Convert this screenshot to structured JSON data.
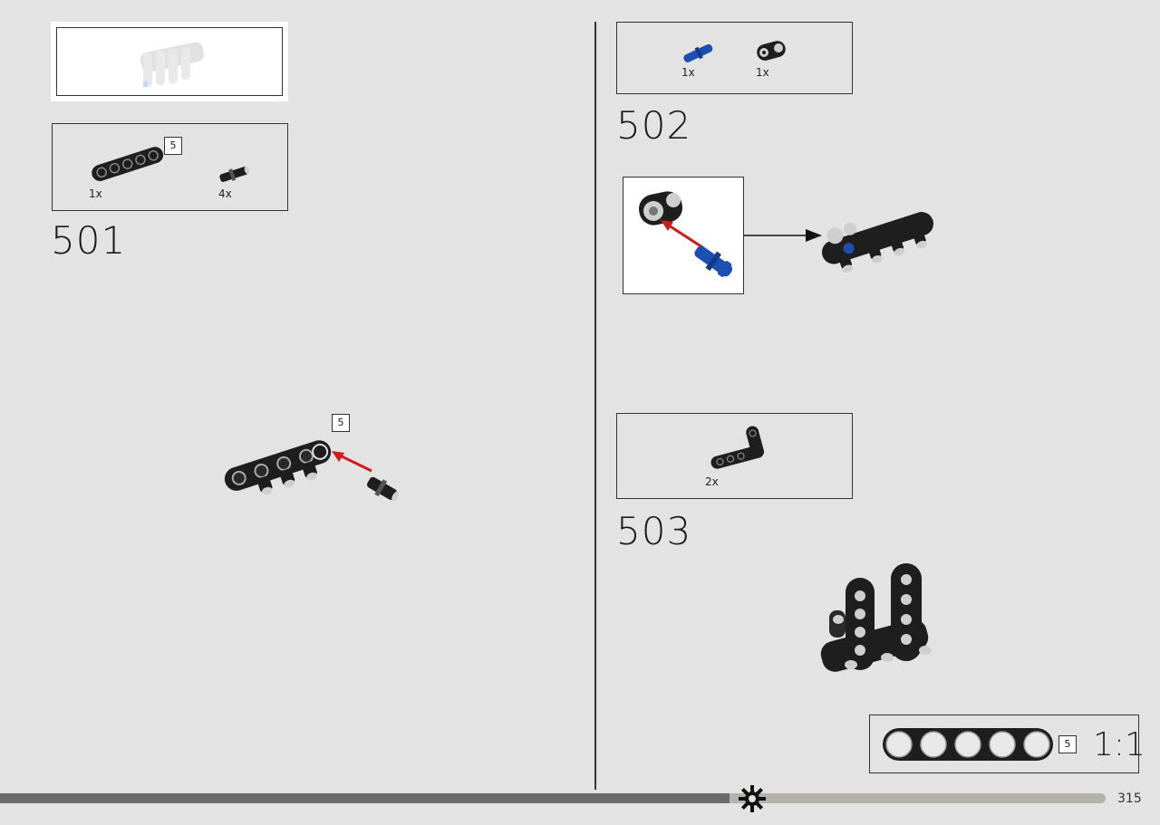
{
  "left_page": {
    "step_501": {
      "number": "501",
      "parts": [
        {
          "name": "black-beam",
          "qty": "1x",
          "length": "5"
        },
        {
          "name": "black-pin",
          "qty": "4x"
        }
      ],
      "model_beam_length": "5"
    }
  },
  "right_page": {
    "step_502": {
      "number": "502",
      "parts": [
        {
          "name": "blue-axle-pin",
          "qty": "1x"
        },
        {
          "name": "black-connector",
          "qty": "1x"
        }
      ]
    },
    "step_503": {
      "number": "503",
      "parts": [
        {
          "name": "black-l-beam",
          "qty": "2x"
        }
      ]
    },
    "scale_reference": {
      "length": "5",
      "ratio": "1:1"
    }
  },
  "footer": {
    "page_number": "315",
    "progress": 0.66
  },
  "colors": {
    "beam": "#1e1e1e",
    "pin_light": "#cfcfcf",
    "blue": "#1d4fb3",
    "arrow": "#d11a1a",
    "background": "#e3e3e3"
  }
}
